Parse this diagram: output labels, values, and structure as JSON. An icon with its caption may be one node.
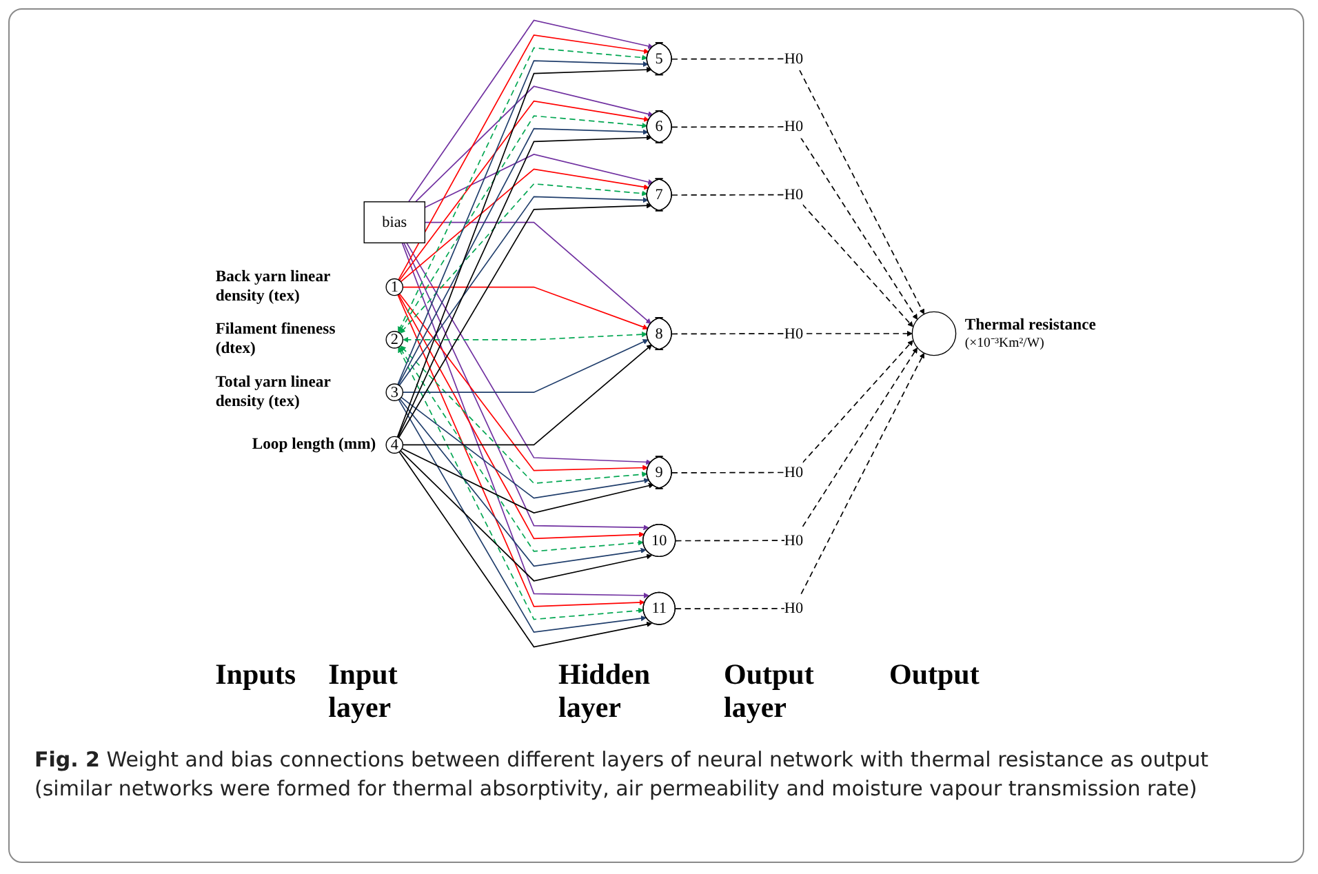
{
  "diagram": {
    "caption": "**Fig. 2** Weight and bias connections between different layers of neural network with thermal resistance as output (similar networks were formed for thermal absorptivity, air permeability and moisture vapour transmission rate)",
    "nodes": [
      {
        "text": [
          "bias"
        ]
      },
      {
        "text": [
          "1"
        ],
        "beside": [
          "Back yarn linear density (tex)"
        ]
      },
      {
        "text": [
          "2"
        ],
        "beside": [
          "Filament fineness (dtex)"
        ]
      },
      {
        "text": [
          "3"
        ],
        "beside": [
          "Total yarn linear density (tex)"
        ]
      },
      {
        "text": [
          "4"
        ],
        "beside": [
          "Loop length (mm)"
        ]
      },
      {
        "text": [
          "5"
        ]
      },
      {
        "text": [
          "6"
        ]
      },
      {
        "text": [
          "7"
        ]
      },
      {
        "text": [
          "8"
        ]
      },
      {
        "text": [
          "9"
        ]
      },
      {
        "text": [
          "10"
        ]
      },
      {
        "text": [
          "11"
        ]
      },
      {
        "text": [],
        "shape": "circle",
        "beside": [
          "Thermal resistance",
          "(×10⁻³Km²/W)"
        ]
      }
    ],
    "edges": [
      {
        "from": 0,
        "to": 5,
        "arrow": "to",
        "color": "#7030a0"
      },
      {
        "from": 0,
        "to": 6,
        "arrow": "to",
        "color": "#7030a0"
      },
      {
        "from": 0,
        "to": 7,
        "arrow": "to",
        "color": "#7030a0"
      },
      {
        "from": 0,
        "to": 8,
        "arrow": "to",
        "color": "#7030a0"
      },
      {
        "from": 0,
        "to": 9,
        "arrow": "to",
        "color": "#7030a0"
      },
      {
        "from": 0,
        "to": 10,
        "arrow": "to",
        "color": "#7030a0"
      },
      {
        "from": 0,
        "to": 11,
        "arrow": "to",
        "color": "#7030a0"
      },
      {
        "from": 1,
        "to": 5,
        "arrow": "to",
        "color": "#ff0000"
      },
      {
        "from": 1,
        "to": 6,
        "arrow": "to",
        "color": "#ff0000"
      },
      {
        "from": 1,
        "to": 7,
        "arrow": "to",
        "color": "#ff0000"
      },
      {
        "from": 1,
        "to": 8,
        "arrow": "to",
        "color": "#ff0000"
      },
      {
        "from": 1,
        "to": 9,
        "arrow": "to",
        "color": "#ff0000"
      },
      {
        "from": 1,
        "to": 10,
        "arrow": "to",
        "color": "#ff0000"
      },
      {
        "from": 1,
        "to": 11,
        "arrow": "to",
        "color": "#ff0000"
      },
      {
        "from": 2,
        "to": 5,
        "arrow": "both",
        "style": "dashed",
        "color": "#00a651"
      },
      {
        "from": 2,
        "to": 6,
        "arrow": "both",
        "style": "dashed",
        "color": "#00a651"
      },
      {
        "from": 2,
        "to": 7,
        "arrow": "both",
        "style": "dashed",
        "color": "#00a651"
      },
      {
        "from": 2,
        "to": 8,
        "arrow": "both",
        "style": "dashed",
        "color": "#00a651"
      },
      {
        "from": 2,
        "to": 9,
        "arrow": "both",
        "style": "dashed",
        "color": "#00a651"
      },
      {
        "from": 2,
        "to": 10,
        "arrow": "both",
        "style": "dashed",
        "color": "#00a651"
      },
      {
        "from": 2,
        "to": 11,
        "arrow": "both",
        "style": "dashed",
        "color": "#00a651"
      },
      {
        "from": 3,
        "to": 5,
        "arrow": "to",
        "color": "#1f3d6b"
      },
      {
        "from": 3,
        "to": 6,
        "arrow": "to",
        "color": "#1f3d6b"
      },
      {
        "from": 3,
        "to": 7,
        "arrow": "to",
        "color": "#1f3d6b"
      },
      {
        "from": 3,
        "to": 8,
        "arrow": "to",
        "color": "#1f3d6b"
      },
      {
        "from": 3,
        "to": 9,
        "arrow": "to",
        "color": "#1f3d6b"
      },
      {
        "from": 3,
        "to": 10,
        "arrow": "to",
        "color": "#1f3d6b"
      },
      {
        "from": 3,
        "to": 11,
        "arrow": "to",
        "color": "#1f3d6b"
      },
      {
        "from": 4,
        "to": 5,
        "arrow": "to"
      },
      {
        "from": 4,
        "to": 6,
        "arrow": "to"
      },
      {
        "from": 4,
        "to": 7,
        "arrow": "to"
      },
      {
        "from": 4,
        "to": 8,
        "arrow": "to"
      },
      {
        "from": 4,
        "to": 9,
        "arrow": "to"
      },
      {
        "from": 4,
        "to": 10,
        "arrow": "to"
      },
      {
        "from": 4,
        "to": 11,
        "arrow": "to"
      },
      {
        "from": 5,
        "to": 12,
        "arrow": "to",
        "style": "dashed",
        "label": "H0"
      },
      {
        "from": 6,
        "to": 12,
        "arrow": "to",
        "style": "dashed",
        "label": "H0"
      },
      {
        "from": 7,
        "to": 12,
        "arrow": "to",
        "style": "dashed",
        "label": "H0"
      },
      {
        "from": 8,
        "to": 12,
        "arrow": "to",
        "style": "dashed",
        "label": "H0"
      },
      {
        "from": 9,
        "to": 12,
        "arrow": "to",
        "style": "dashed",
        "label": "H0"
      },
      {
        "from": 10,
        "to": 12,
        "arrow": "to",
        "style": "dashed",
        "label": "H0"
      },
      {
        "from": 11,
        "to": 12,
        "arrow": "to",
        "style": "dashed",
        "label": "H0"
      }
    ],
    "labels": [
      "Inputs",
      "Input layer",
      "Hidden layer",
      "Output layer",
      "Output"
    ]
  }
}
